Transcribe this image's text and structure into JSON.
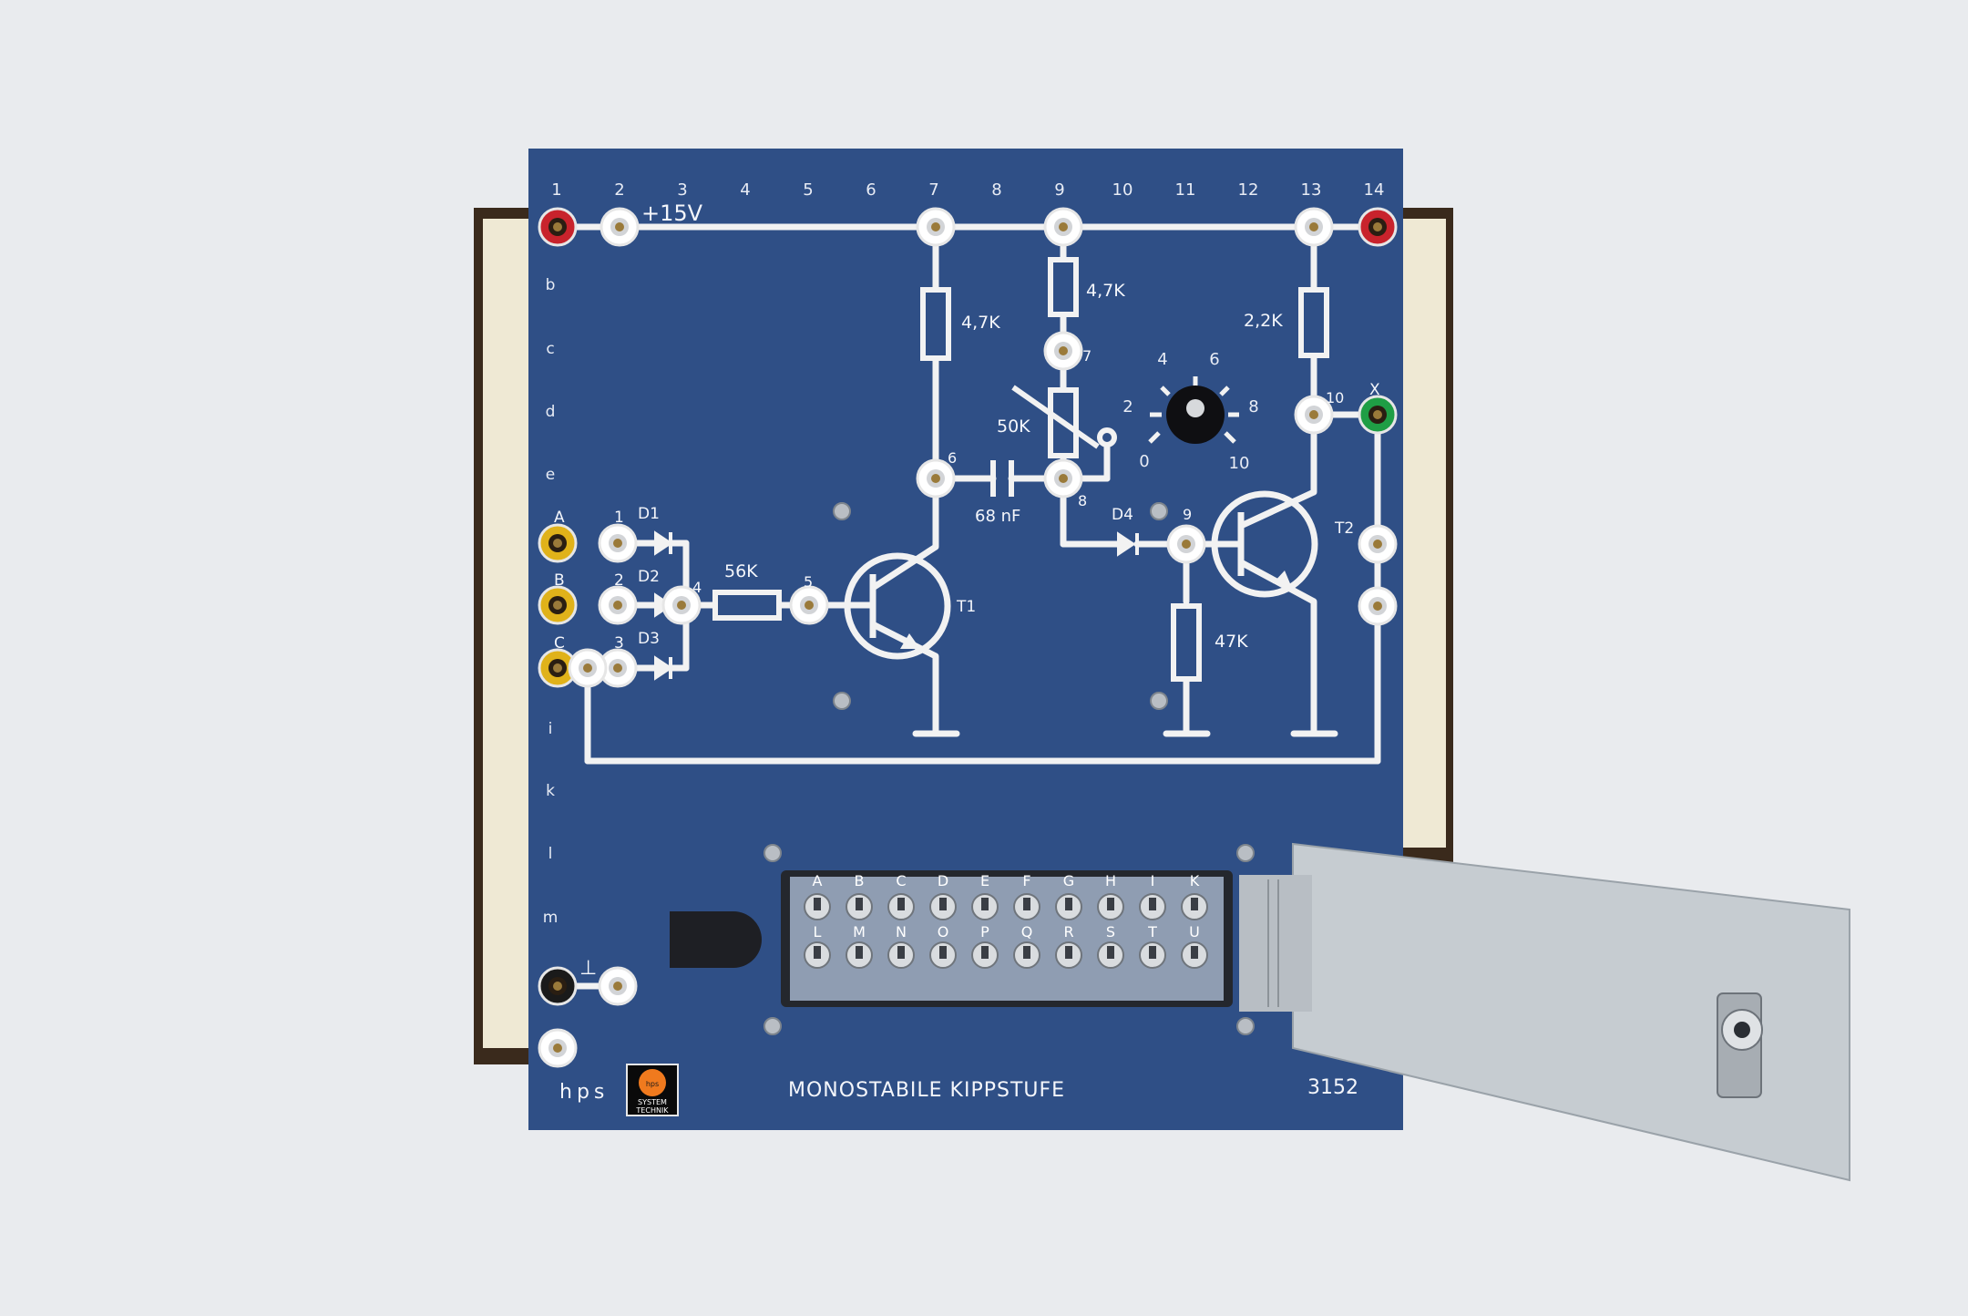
{
  "board": {
    "columns": [
      "1",
      "2",
      "3",
      "4",
      "5",
      "6",
      "7",
      "8",
      "9",
      "10",
      "11",
      "12",
      "13",
      "14"
    ],
    "rows": [
      "b",
      "c",
      "d",
      "e",
      "i",
      "k",
      "l",
      "m"
    ],
    "supply_label": "+15V",
    "resistors": [
      "4,7K",
      "4,7K",
      "2,2K",
      "56K",
      "47K"
    ],
    "potentiometer": "50K",
    "capacitor": "68 nF",
    "diodes": [
      "D1",
      "D2",
      "D3",
      "D4"
    ],
    "transistors": [
      "T1",
      "T2"
    ],
    "inputs": [
      "A",
      "B",
      "C"
    ],
    "input_numbers": [
      "1",
      "2",
      "3"
    ],
    "nodes": [
      "4",
      "5",
      "6",
      "7",
      "8",
      "9",
      "10"
    ],
    "output_label": "X",
    "ground_symbol": "⊥",
    "dial_scale": [
      "0",
      "2",
      "4",
      "6",
      "8",
      "10"
    ],
    "switch_top": [
      "A",
      "B",
      "C",
      "D",
      "E",
      "F",
      "G",
      "H",
      "I",
      "K"
    ],
    "switch_bottom": [
      "L",
      "M",
      "N",
      "O",
      "P",
      "Q",
      "R",
      "S",
      "T",
      "U"
    ],
    "brand": "hps",
    "logo_top": "hps",
    "logo_bottom_1": "SYSTEM",
    "logo_bottom_2": "TECHNIK",
    "title": "MONOSTABILE  KIPPSTUFE",
    "model": "3152"
  },
  "colors": {
    "board_blue": "#2f4f86",
    "trace": "#f2f2f2",
    "jack_red": "#c8232c",
    "jack_yellow": "#e0b21a",
    "jack_green": "#1f9e45",
    "jack_black": "#1a1a1a",
    "logo_orange": "#f07a1e",
    "lid_gray": "#c6ccd1"
  },
  "icons": [
    "banana-jack",
    "resistor-symbol",
    "transistor-symbol",
    "diode-symbol",
    "capacitor-symbol",
    "potentiometer-symbol",
    "dial-knob",
    "toggle-switch",
    "ground-symbol",
    "screw-icon",
    "hinge-icon",
    "lock-icon"
  ]
}
